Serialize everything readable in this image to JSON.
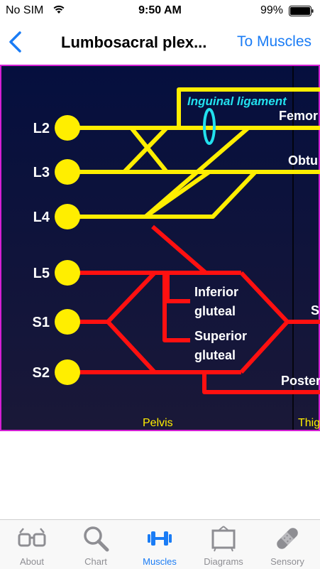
{
  "status": {
    "carrier": "No SIM",
    "time": "9:50 AM",
    "battery": "99%"
  },
  "nav": {
    "title": "Lumbosacral plex...",
    "action": "To Muscles"
  },
  "diagram": {
    "roots": [
      "L2",
      "L3",
      "L4",
      "L5",
      "S1",
      "S2"
    ],
    "labels": {
      "inguinal": "Inguinal ligament",
      "femoral": "Femor",
      "obturator": "Obtu",
      "inferior_gluteal_1": "Inferior",
      "inferior_gluteal_2": "gluteal",
      "superior_gluteal_1": "Superior",
      "superior_gluteal_2": "gluteal",
      "sciatic": "S",
      "posterior": "Poster",
      "pelvis": "Pelvis",
      "thigh": "Thig"
    },
    "colors": {
      "background_top": "#050f3e",
      "background_bottom": "#1a1838",
      "border": "#d41fd4",
      "yellow": "#ffee00",
      "red": "#ff1010",
      "cyan": "#22e0ee",
      "text": "#ffffff",
      "region_text": "#ffee00"
    }
  },
  "tabs": [
    {
      "label": "About",
      "icon": "glasses-icon",
      "active": false
    },
    {
      "label": "Chart",
      "icon": "search-icon",
      "active": false
    },
    {
      "label": "Muscles",
      "icon": "dumbbell-icon",
      "active": true
    },
    {
      "label": "Diagrams",
      "icon": "easel-icon",
      "active": false
    },
    {
      "label": "Sensory",
      "icon": "bandage-icon",
      "active": false
    }
  ]
}
